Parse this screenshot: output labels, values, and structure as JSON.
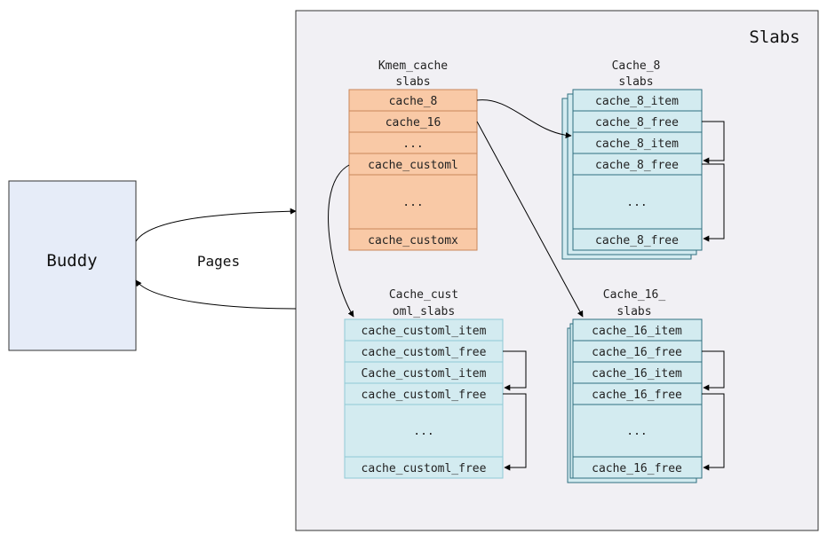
{
  "buddy": {
    "label": "Buddy"
  },
  "pages_label": "Pages",
  "slabs_region": {
    "title": "Slabs"
  },
  "kmem": {
    "title_line1": "Kmem_cache",
    "title_line2": "slabs",
    "rows": [
      "cache_8",
      "cache_16",
      "...",
      "cache_customl",
      "...",
      "cache_customx"
    ]
  },
  "cache8": {
    "title_line1": "Cache_8",
    "title_line2": "slabs",
    "rows": [
      "cache_8_item",
      "cache_8_free",
      "cache_8_item",
      "cache_8_free",
      "...",
      "cache_8_free"
    ]
  },
  "custom": {
    "title_line1": "Cache_cust",
    "title_line2": "oml_slabs",
    "rows": [
      "cache_customl_item",
      "cache_customl_free",
      "Cache_customl_item",
      "cache_customl_free",
      "...",
      "cache_customl_free"
    ]
  },
  "cache16": {
    "title_line1": "Cache_16_",
    "title_line2": "slabs",
    "rows": [
      "cache_16_item",
      "cache_16_free",
      "cache_16_item",
      "cache_16_free",
      "...",
      "cache_16_free"
    ]
  },
  "colors": {
    "kmem_fill": "#f9c9a6",
    "kmem_stroke": "#c9865a",
    "cache_fill": "#d3ebf0",
    "cache_stroke": "#2f6f7f",
    "custom_stroke": "#8fcad6",
    "buddy_fill": "#e6ecf8",
    "slabs_fill": "#f1f0f4"
  }
}
